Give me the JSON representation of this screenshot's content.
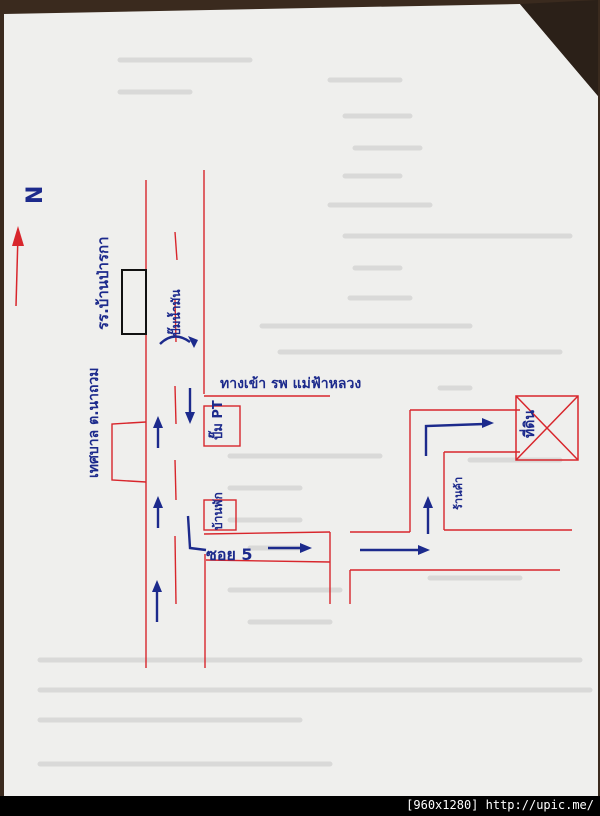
{
  "map": {
    "north_label": "N",
    "landmarks": {
      "school": "รร.บ้านป่ารกา",
      "municipality": "เทศบาล ต.นาถวม",
      "gas_station": "ปั๊ม PT",
      "hospital_entrance": "ทางเข้า รพ แม่ฟ้าหลวง",
      "hotel": "ปั๊มน้ำมัน",
      "destination": "ที่ดิน",
      "shop": "บ้านพัก",
      "soi": "ซอย 5",
      "corner_shop": "ร้านค้า"
    },
    "colors": {
      "paper": "#f1f1ef",
      "road_line": "#d8262c",
      "pen_blue": "#1c2a8c",
      "printed_text": "#c9c9c9"
    }
  },
  "watermark": {
    "text": "[960x1280] http://upic.me/"
  }
}
